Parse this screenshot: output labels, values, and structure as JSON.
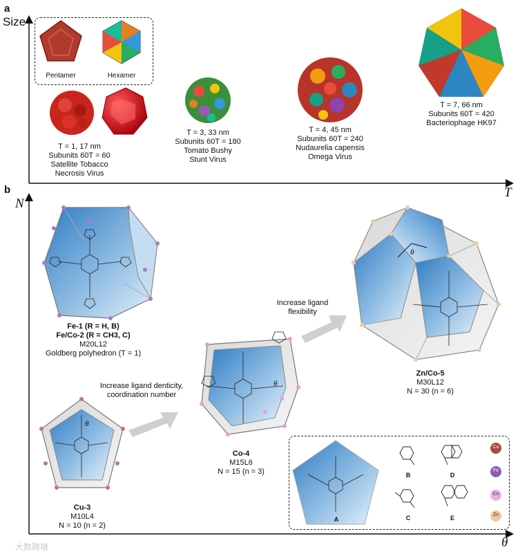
{
  "panel_a": {
    "letter": "a",
    "y_axis": "Size",
    "x_axis": "T",
    "inset": {
      "pentamer": "Pentamer",
      "hexamer": "Hexamer"
    },
    "viruses": [
      {
        "line1": "T = 1, 17 nm",
        "line2": "Subunits 60T = 60",
        "line3": "Satellite Tobacco",
        "line4": "Necrosis Virus",
        "color": "#c8261c"
      },
      {
        "line1": "T = 3, 33 nm",
        "line2": "Subunits 60T = 180",
        "line3": "Tomato Bushy",
        "line4": "Stunt Virus",
        "color": "#3b8f3a"
      },
      {
        "line1": "T = 4, 45 nm",
        "line2": "Subunits 60T = 240",
        "line3": "Nudaurelia capensis",
        "line4": "Omega Virus",
        "color": "#b8342a"
      },
      {
        "line1": "T = 7, 66 nm",
        "line2": "Subunits 60T = 420",
        "line3": "Bacteriophage HK97",
        "line4": "",
        "color": "#9b3b8c"
      }
    ]
  },
  "panel_b": {
    "letter": "b",
    "y_axis": "N",
    "x_axis": "θ",
    "fe": {
      "line1": "Fe-1 (R = H, B)",
      "line2": "Fe/Co-2 (R = CH3, C)",
      "line3": "M20L12",
      "line4": "Goldberg polyhedron (T = 1)"
    },
    "cu": {
      "name": "Cu-3",
      "formula": "M10L4",
      "count": "N = 10 (n = 2)"
    },
    "co": {
      "name": "Co-4",
      "formula": "M15L6",
      "count": "N = 15 (n = 3)"
    },
    "zn": {
      "name": "Zn/Co-5",
      "formula": "M30L12",
      "count": "N = 30 (n = 6)"
    },
    "arrow1": {
      "line1": "Increase ligand denticity,",
      "line2": "coordination number"
    },
    "arrow2": {
      "line1": "Increase ligand",
      "line2": "flexibility"
    },
    "angle": "θ",
    "legend": {
      "A": "A",
      "B": "B",
      "C": "C",
      "D": "D",
      "E": "E",
      "metals": [
        "Cu",
        "Fe",
        "Co",
        "Zn"
      ]
    }
  },
  "watermark": "大数跨境"
}
